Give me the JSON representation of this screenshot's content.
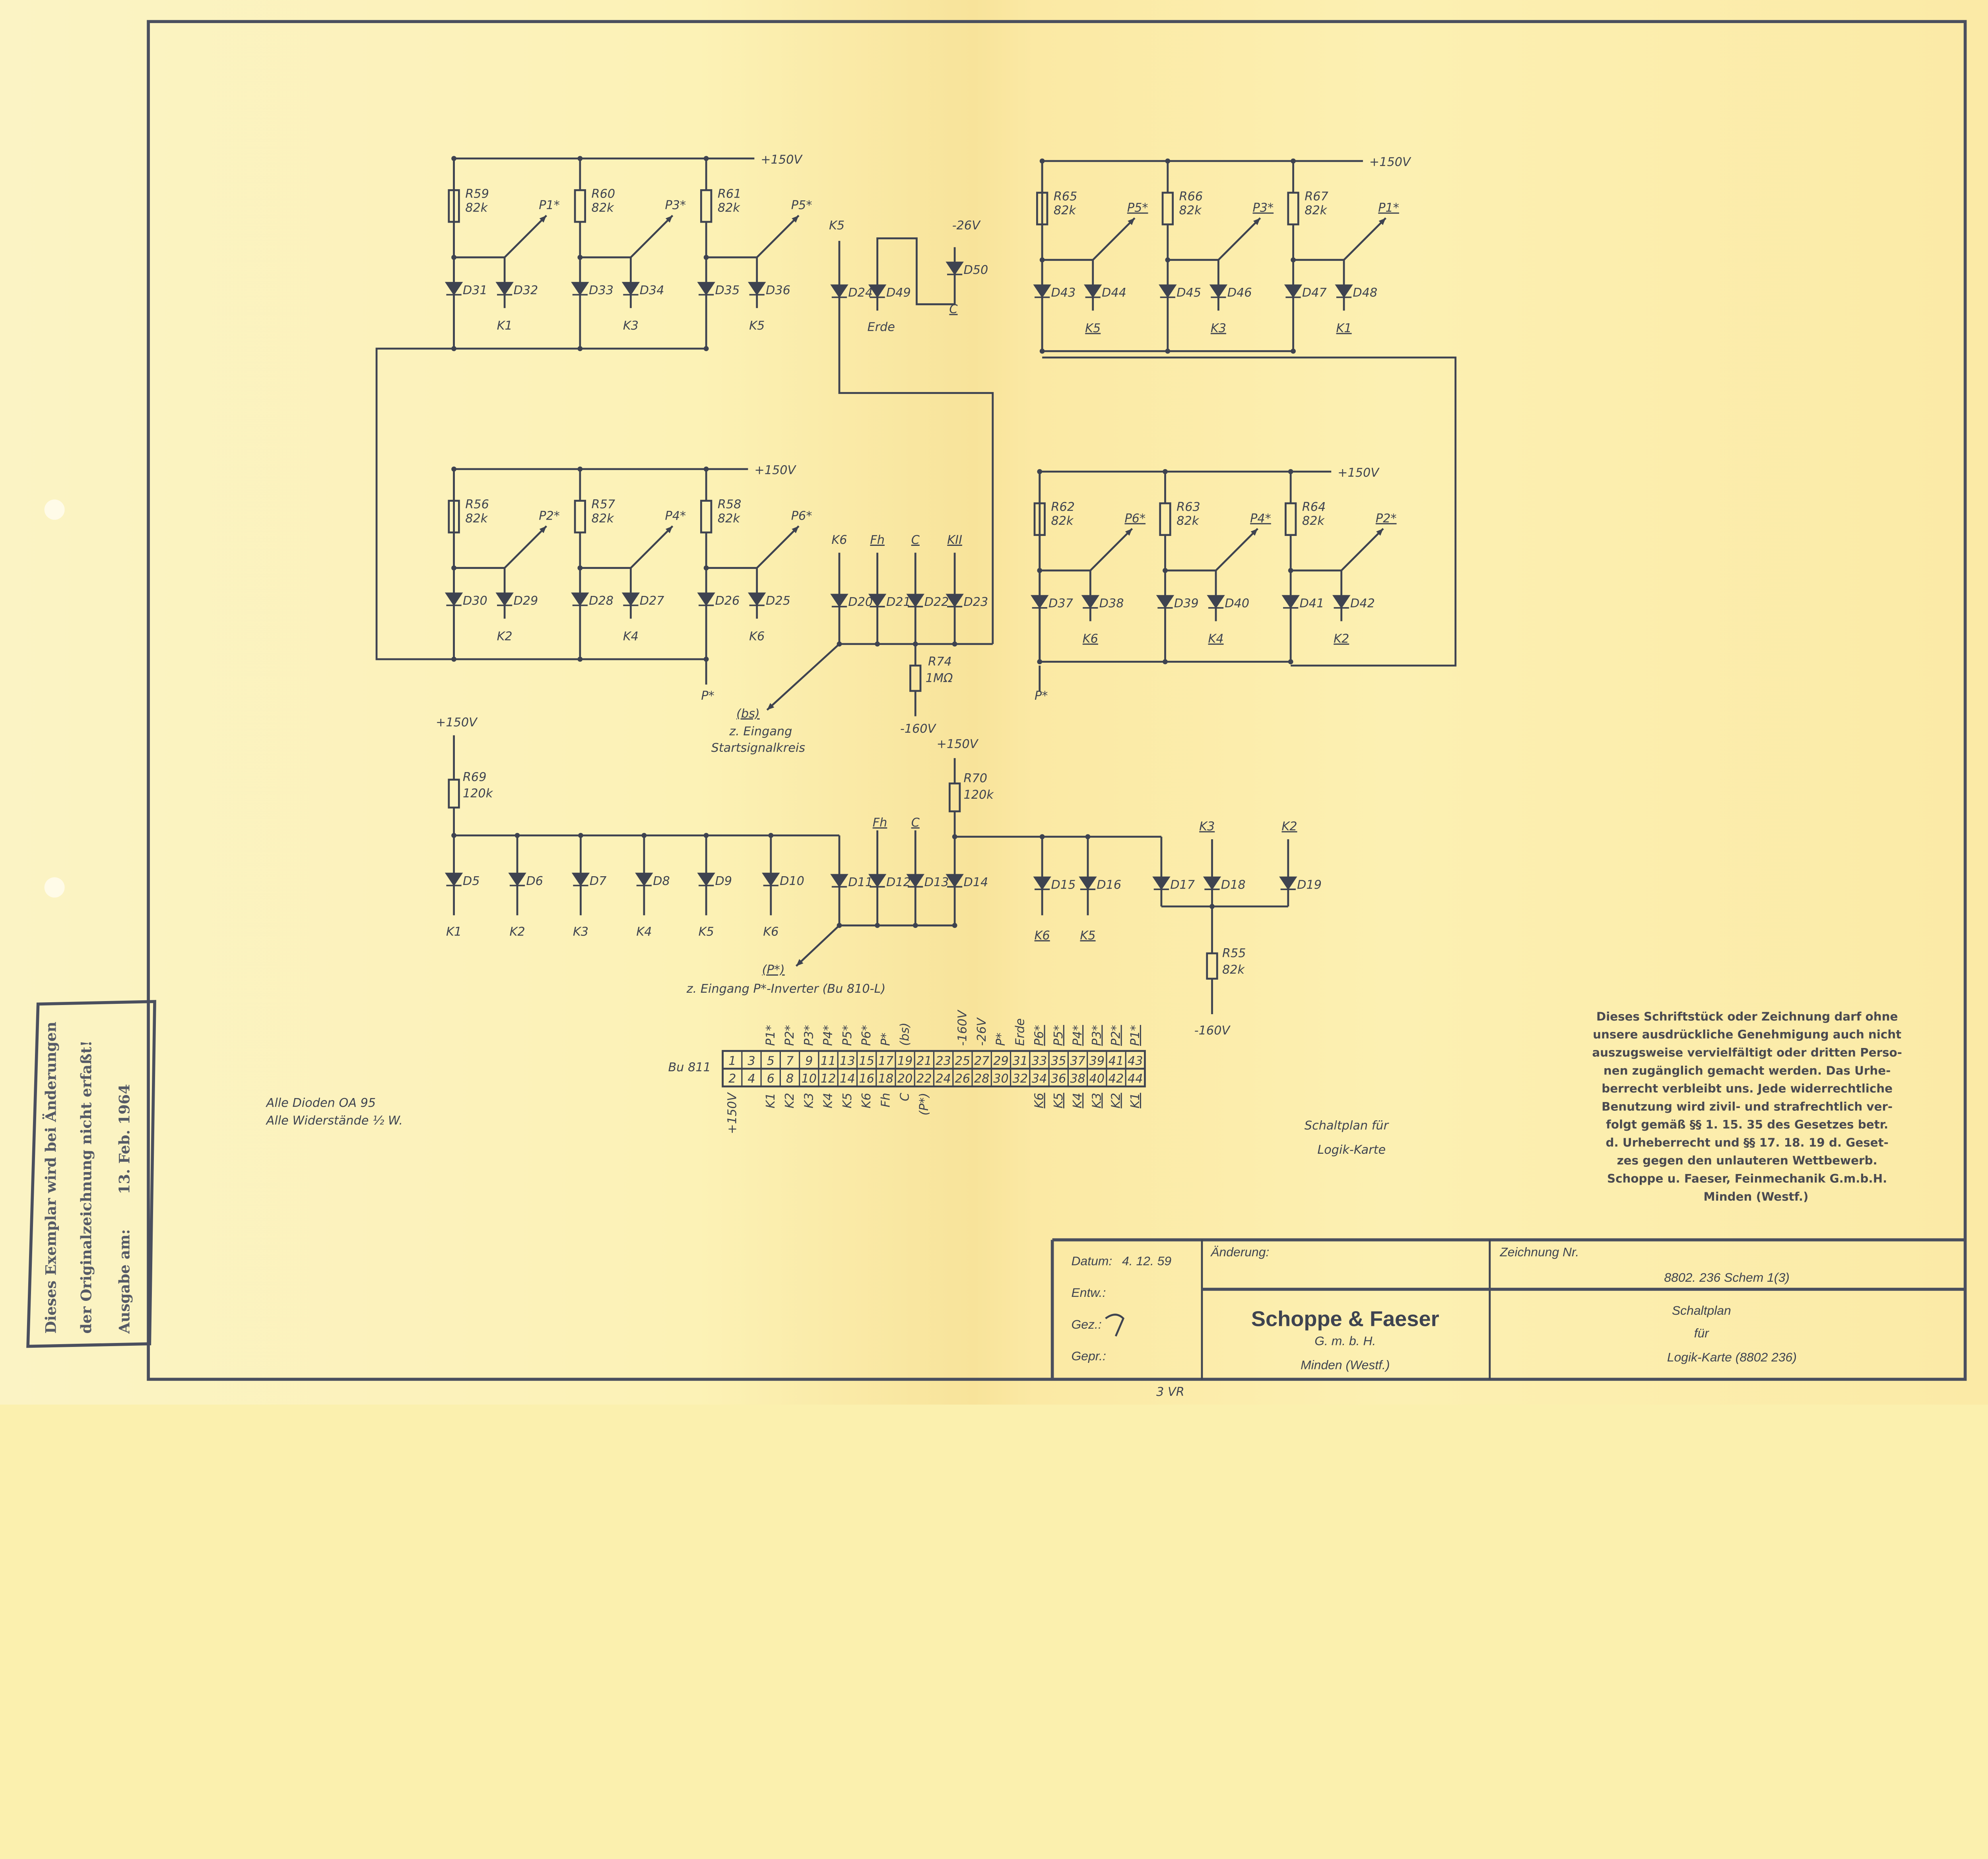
{
  "blocks": {
    "tl": {
      "rail": "+150V",
      "res": [
        [
          "R59",
          "82k"
        ],
        [
          "R60",
          "82k"
        ],
        [
          "R61",
          "82k"
        ]
      ],
      "sw": [
        "P1*",
        "P3*",
        "P5*"
      ],
      "da": [
        "D31",
        "D33",
        "D35"
      ],
      "db": [
        "D32",
        "D34",
        "D36"
      ],
      "out": [
        "K1",
        "K3",
        "K5"
      ]
    },
    "ml": {
      "rail": "+150V",
      "res": [
        [
          "R56",
          "82k"
        ],
        [
          "R57",
          "82k"
        ],
        [
          "R58",
          "82k"
        ]
      ],
      "sw": [
        "P2*",
        "P4*",
        "P6*"
      ],
      "da": [
        "D30",
        "D28",
        "D26"
      ],
      "db": [
        "D29",
        "D27",
        "D25"
      ],
      "out": [
        "K2",
        "K4",
        "K6"
      ],
      "bus_out": "P*"
    },
    "tr": {
      "rail": "+150V",
      "res": [
        [
          "R65",
          "82k"
        ],
        [
          "R66",
          "82k"
        ],
        [
          "R67",
          "82k"
        ]
      ],
      "sw": [
        "P5*",
        "P3*",
        "P1*"
      ],
      "da": [
        "D43",
        "D45",
        "D47"
      ],
      "db": [
        "D44",
        "D46",
        "D48"
      ],
      "out": [
        "K5",
        "K3",
        "K1"
      ]
    },
    "mr": {
      "rail": "+150V",
      "res": [
        [
          "R62",
          "82k"
        ],
        [
          "R63",
          "82k"
        ],
        [
          "R64",
          "82k"
        ]
      ],
      "sw": [
        "P6*",
        "P4*",
        "P2*"
      ],
      "da": [
        "D37",
        "D39",
        "D41"
      ],
      "db": [
        "D38",
        "D40",
        "D42"
      ],
      "out": [
        "K6",
        "K4",
        "K2"
      ],
      "bus_out": "P*"
    }
  },
  "center": {
    "top": {
      "k5": "K5",
      "v26": "-26V",
      "d24": "D24",
      "d49": "D49",
      "d50": "D50",
      "erde": "Erde",
      "c": "C"
    },
    "gate": {
      "inputs": [
        "K6",
        "Fh",
        "C",
        "KII"
      ],
      "diodes": [
        "D20",
        "D21",
        "D22",
        "D23"
      ],
      "r_ref": "R74",
      "r_val": "1MΩ",
      "supply": "-160V",
      "out_signal": "(bs)",
      "out_line1": "z. Eingang",
      "out_line2": "Startsignalkreis"
    }
  },
  "bottom": {
    "supply_left": "+150V",
    "r69_ref": "R69",
    "r69_val": "120k",
    "left_diodes": [
      "D5",
      "D6",
      "D7",
      "D8",
      "D9",
      "D10"
    ],
    "left_inputs": [
      "K1",
      "K2",
      "K3",
      "K4",
      "K5",
      "K6"
    ],
    "mid_diodes": [
      "D11",
      "D12",
      "D13",
      "D14"
    ],
    "mid_inputs": [
      "Fh",
      "C"
    ],
    "supply_right": "+150V",
    "r70_ref": "R70",
    "r70_val": "120k",
    "right_diodes": [
      "D15",
      "D16",
      "D17",
      "D18",
      "D19"
    ],
    "right_low_inputs": [
      "K6",
      "K5"
    ],
    "right_top_inputs": [
      "K3",
      "K2"
    ],
    "r55_ref": "R55",
    "r55_val": "82k",
    "supply_neg": "-160V",
    "out_signal": "(P*)",
    "out_text": "z. Eingang P*-Inverter (Bu 810-L)"
  },
  "connector": {
    "name": "Bu 811",
    "top_pins": [
      "1",
      "3",
      "5",
      "7",
      "9",
      "11",
      "13",
      "15",
      "17",
      "19",
      "21",
      "23",
      "25",
      "27",
      "29",
      "31",
      "33",
      "35",
      "37",
      "39",
      "41",
      "43"
    ],
    "bottom_pins": [
      "2",
      "4",
      "6",
      "8",
      "10",
      "12",
      "14",
      "16",
      "18",
      "20",
      "22",
      "24",
      "26",
      "28",
      "30",
      "32",
      "34",
      "36",
      "38",
      "40",
      "42",
      "44"
    ],
    "top_labels": [
      "",
      "",
      "P1*",
      "P2*",
      "P3*",
      "P4*",
      "P5*",
      "P6*",
      "P*",
      "(bs)",
      "",
      "",
      "-160V",
      "-26V",
      "P*",
      "Erde",
      "P6*",
      "P5*",
      "P4*",
      "P3*",
      "P2*",
      "P1*"
    ],
    "bottom_labels": [
      "+150V",
      "",
      "K1",
      "K2",
      "K3",
      "K4",
      "K5",
      "K6",
      "Fh",
      "C",
      "(P*)",
      "",
      "",
      "",
      "",
      "",
      "K6",
      "K5",
      "K4",
      "K3",
      "K2",
      "K1"
    ]
  },
  "notes": {
    "diodes": "Alle Dioden OA 95",
    "resistors": "Alle Widerstände ½ W.",
    "title1": "Schaltplan für",
    "title2": "Logik-Karte"
  },
  "copyright": [
    "Dieses Schriftstück oder Zeichnung darf ohne",
    "unsere ausdrückliche Genehmigung auch nicht",
    "auszugsweise vervielfältigt oder dritten Perso-",
    "nen zugänglich gemacht werden. Das Urhe-",
    "berrecht verbleibt uns. Jede widerrechtliche",
    "Benutzung wird zivil- und strafrechtlich ver-",
    "folgt gemäß §§ 1. 15. 35 des Gesetzes betr.",
    "d. Urheberrecht und §§ 17. 18. 19 d. Geset-",
    "zes gegen den unlauteren Wettbewerb.",
    "Schoppe u. Faeser, Feinmechanik G.m.b.H.",
    "Minden (Westf.)"
  ],
  "stamp": [
    "Dieses Exemplar wird bei Änderungen",
    "der Originalzeichnung nicht erfaßt!",
    "Ausgabe am:",
    "13. Feb. 1964"
  ],
  "titleblock": {
    "datum_label": "Datum:",
    "datum": "4. 12. 59",
    "entw": "Entw.:",
    "gez": "Gez.:",
    "gepr": "Gepr.:",
    "aenderung": "Änderung:",
    "company": "Schoppe & Faeser",
    "company_form": "G. m. b. H.",
    "city": "Minden (Westf.)",
    "zeichnung_label": "Zeichnung Nr.",
    "zeichnung_nr": "8802. 236 Schem 1(3)",
    "title1": "Schaltplan",
    "title2": "für",
    "title3": "Logik-Karte (8802 236)"
  },
  "footer_mark": "3 VR",
  "colors": {
    "ink": "#3e4350",
    "paper": "#fbf0ae"
  }
}
